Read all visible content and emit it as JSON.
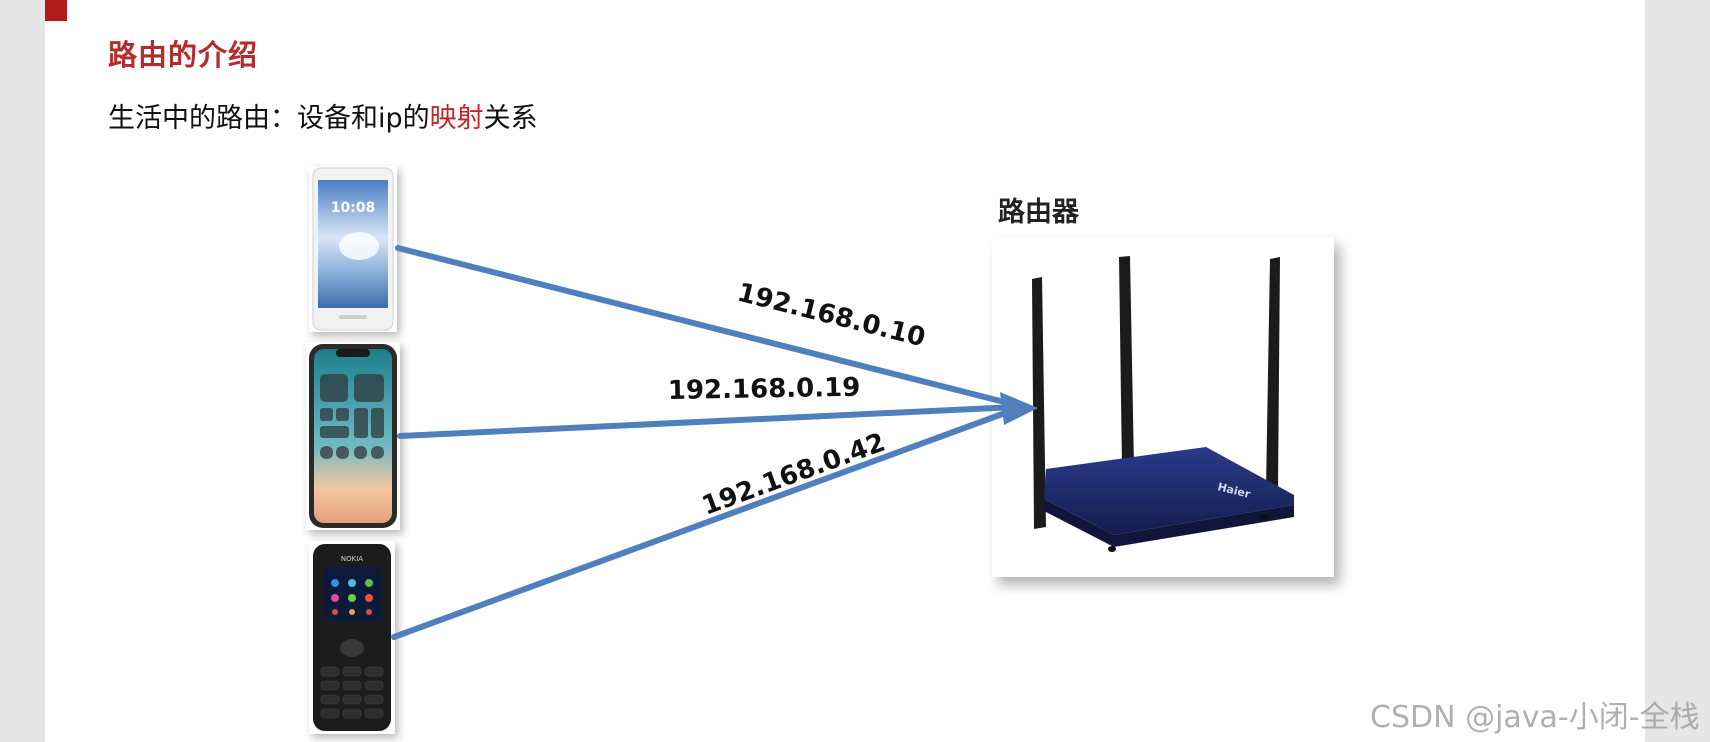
{
  "title": "路由的介绍",
  "subtitle": {
    "prefix": "生活中的路由：设备和ip的",
    "highlight": "映射",
    "suffix": "关系"
  },
  "router_label": "路由器",
  "router_brand": "Haier",
  "devices": [
    {
      "name": "smartphone-android",
      "screen_time": "10:08"
    },
    {
      "name": "smartphone-iphone"
    },
    {
      "name": "feature-phone-nokia",
      "brand": "NOKIA"
    }
  ],
  "connections": [
    {
      "ip": "192.168.0.10"
    },
    {
      "ip": "192.168.0.19"
    },
    {
      "ip": "192.168.0.42"
    }
  ],
  "colors": {
    "accent_red": "#b52b2b",
    "arrow_blue": "#4f80bd",
    "router_body": "#1f2a6b"
  },
  "watermark": "CSDN @java-小闭-全栈"
}
